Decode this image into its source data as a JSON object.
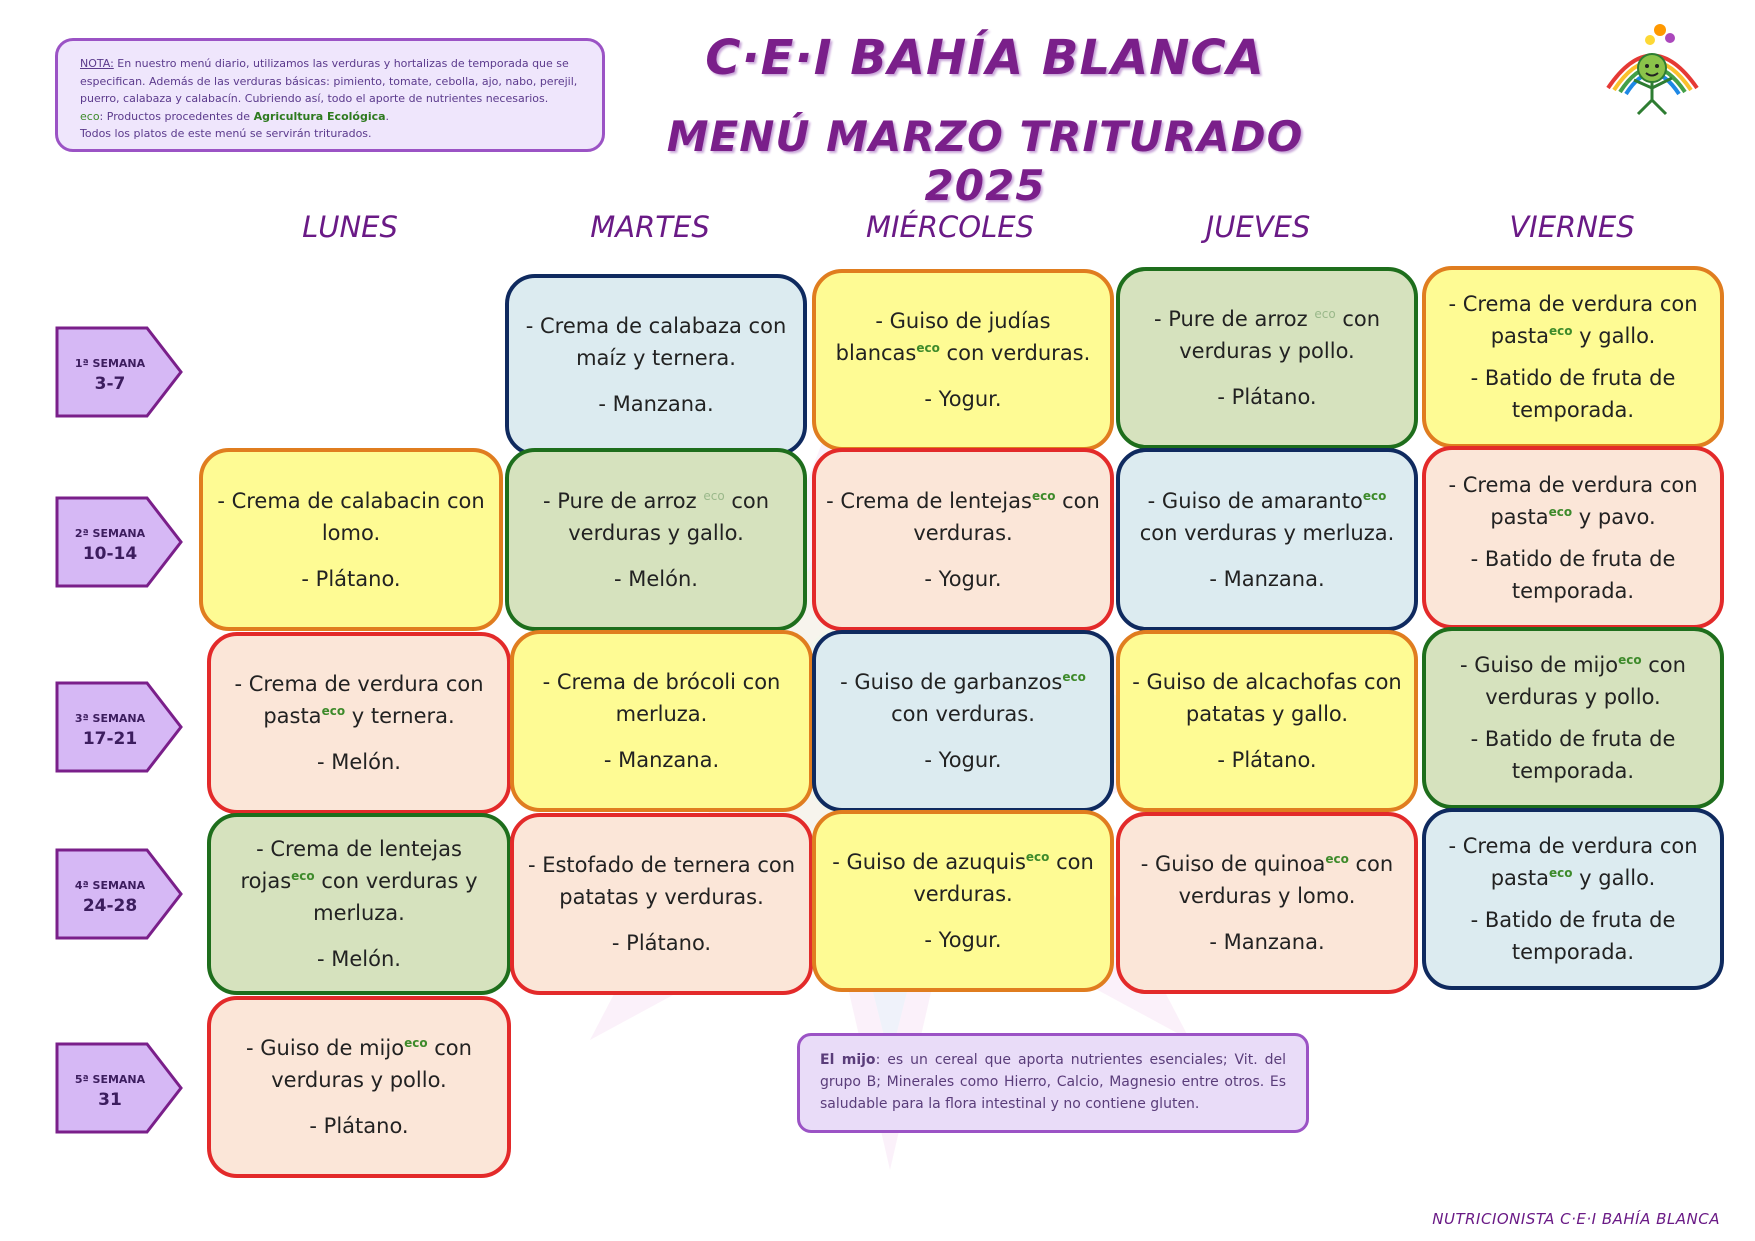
{
  "note": {
    "label": "NOTA:",
    "text1": " En nuestro menú diario, utilizamos las verduras y hortalizas de temporada que se especifican. Además de las verduras básicas: pimiento, tomate, cebolla, ajo, nabo, perejil, puerro, calabaza y calabacín. Cubriendo así, todo el aporte de nutrientes necesarios.",
    "eco": "eco",
    "eco_text": ": Productos procedentes de ",
    "agri": "Agricultura Ecológica",
    "agri_end": ".",
    "last": "Todos los platos de este menú se servirán triturados."
  },
  "title": "C·E·I BAHÍA BLANCA",
  "subtitle": "MENÚ MARZO TRITURADO 2025",
  "days": [
    "LUNES",
    "MARTES",
    "MIÉRCOLES",
    "JUEVES",
    "VIERNES"
  ],
  "weeks": [
    {
      "label": "1ª SEMANA",
      "range": "3-7"
    },
    {
      "label": "2ª SEMANA",
      "range": "10-14"
    },
    {
      "label": "3ª SEMANA",
      "range": "17-21"
    },
    {
      "label": "4ª SEMANA",
      "range": "24-28"
    },
    {
      "label": "5ª SEMANA",
      "range": "31"
    }
  ],
  "eco_tag": "eco",
  "menu": {
    "w1_tue": {
      "dish": "- Crema de calabaza con maíz y ternera.",
      "side": "- Manzana."
    },
    "w1_wed": {
      "dish_a": "- Guiso de judías blancas",
      "dish_b": " con verduras.",
      "side": "- Yogur."
    },
    "w1_thu": {
      "dish_a": "- Pure de arroz ",
      "dish_b": " con verduras y pollo.",
      "side": "- Plátano."
    },
    "w1_fri": {
      "dish_a": "- Crema de verdura con pasta",
      "dish_b": " y gallo.",
      "side": "- Batido de fruta de temporada."
    },
    "w2_mon": {
      "dish": "- Crema de calabacin con lomo.",
      "side": "- Plátano."
    },
    "w2_tue": {
      "dish_a": "- Pure de arroz ",
      "dish_b": " con verduras y gallo.",
      "side": "- Melón."
    },
    "w2_wed": {
      "dish_a": "- Crema de lentejas",
      "dish_b": " con verduras.",
      "side": "- Yogur."
    },
    "w2_thu": {
      "dish_a": "- Guiso de amaranto",
      "dish_b": " con verduras y merluza.",
      "side": "- Manzana."
    },
    "w2_fri": {
      "dish_a": "- Crema de verdura con pasta",
      "dish_b": " y pavo.",
      "side": "- Batido de fruta de temporada."
    },
    "w3_mon": {
      "dish_a": "- Crema de verdura con pasta",
      "dish_b": " y ternera.",
      "side": "- Melón."
    },
    "w3_tue": {
      "dish": "- Crema de brócoli con merluza.",
      "side": "- Manzana."
    },
    "w3_wed": {
      "dish_a": "- Guiso de garbanzos",
      "dish_b": " con verduras.",
      "side": "- Yogur."
    },
    "w3_thu": {
      "dish": "- Guiso de alcachofas con patatas y gallo.",
      "side": "- Plátano."
    },
    "w3_fri": {
      "dish_a": "- Guiso de mijo",
      "dish_b": " con verduras y pollo.",
      "side": "- Batido de fruta de temporada."
    },
    "w4_mon": {
      "dish_a": "- Crema de lentejas rojas",
      "dish_b": " con verduras y merluza.",
      "side": "- Melón."
    },
    "w4_tue": {
      "dish": "- Estofado de ternera con patatas y verduras.",
      "side": "- Plátano."
    },
    "w4_wed": {
      "dish_a": "- Guiso de azuquis",
      "dish_b": " con verduras.",
      "side": "- Yogur."
    },
    "w4_thu": {
      "dish_a": "- Guiso de quinoa",
      "dish_b": " con verduras y lomo.",
      "side": "- Manzana."
    },
    "w4_fri": {
      "dish_a": "- Crema de verdura con pasta",
      "dish_b": " y gallo.",
      "side": "- Batido de fruta de temporada."
    },
    "w5_mon": {
      "dish_a": "- Guiso de mijo",
      "dish_b": " con verduras y pollo.",
      "side": "- Plátano."
    }
  },
  "mijo_note": {
    "label": "El mijo",
    "text": ": es un cereal que aporta nutrientes esenciales; Vit. del grupo B; Minerales como Hierro, Calcio, Magnesio entre otros. Es saludable para la flora intestinal y no contiene gluten."
  },
  "footer": "NUTRICIONISTA C·E·I BAHÍA BLANCA",
  "colors": {
    "blue": "#dcebf0",
    "yellow": "#fefb94",
    "green": "#d6e2be",
    "peach": "#fbe6d8",
    "purple": "#7a1f8a"
  }
}
